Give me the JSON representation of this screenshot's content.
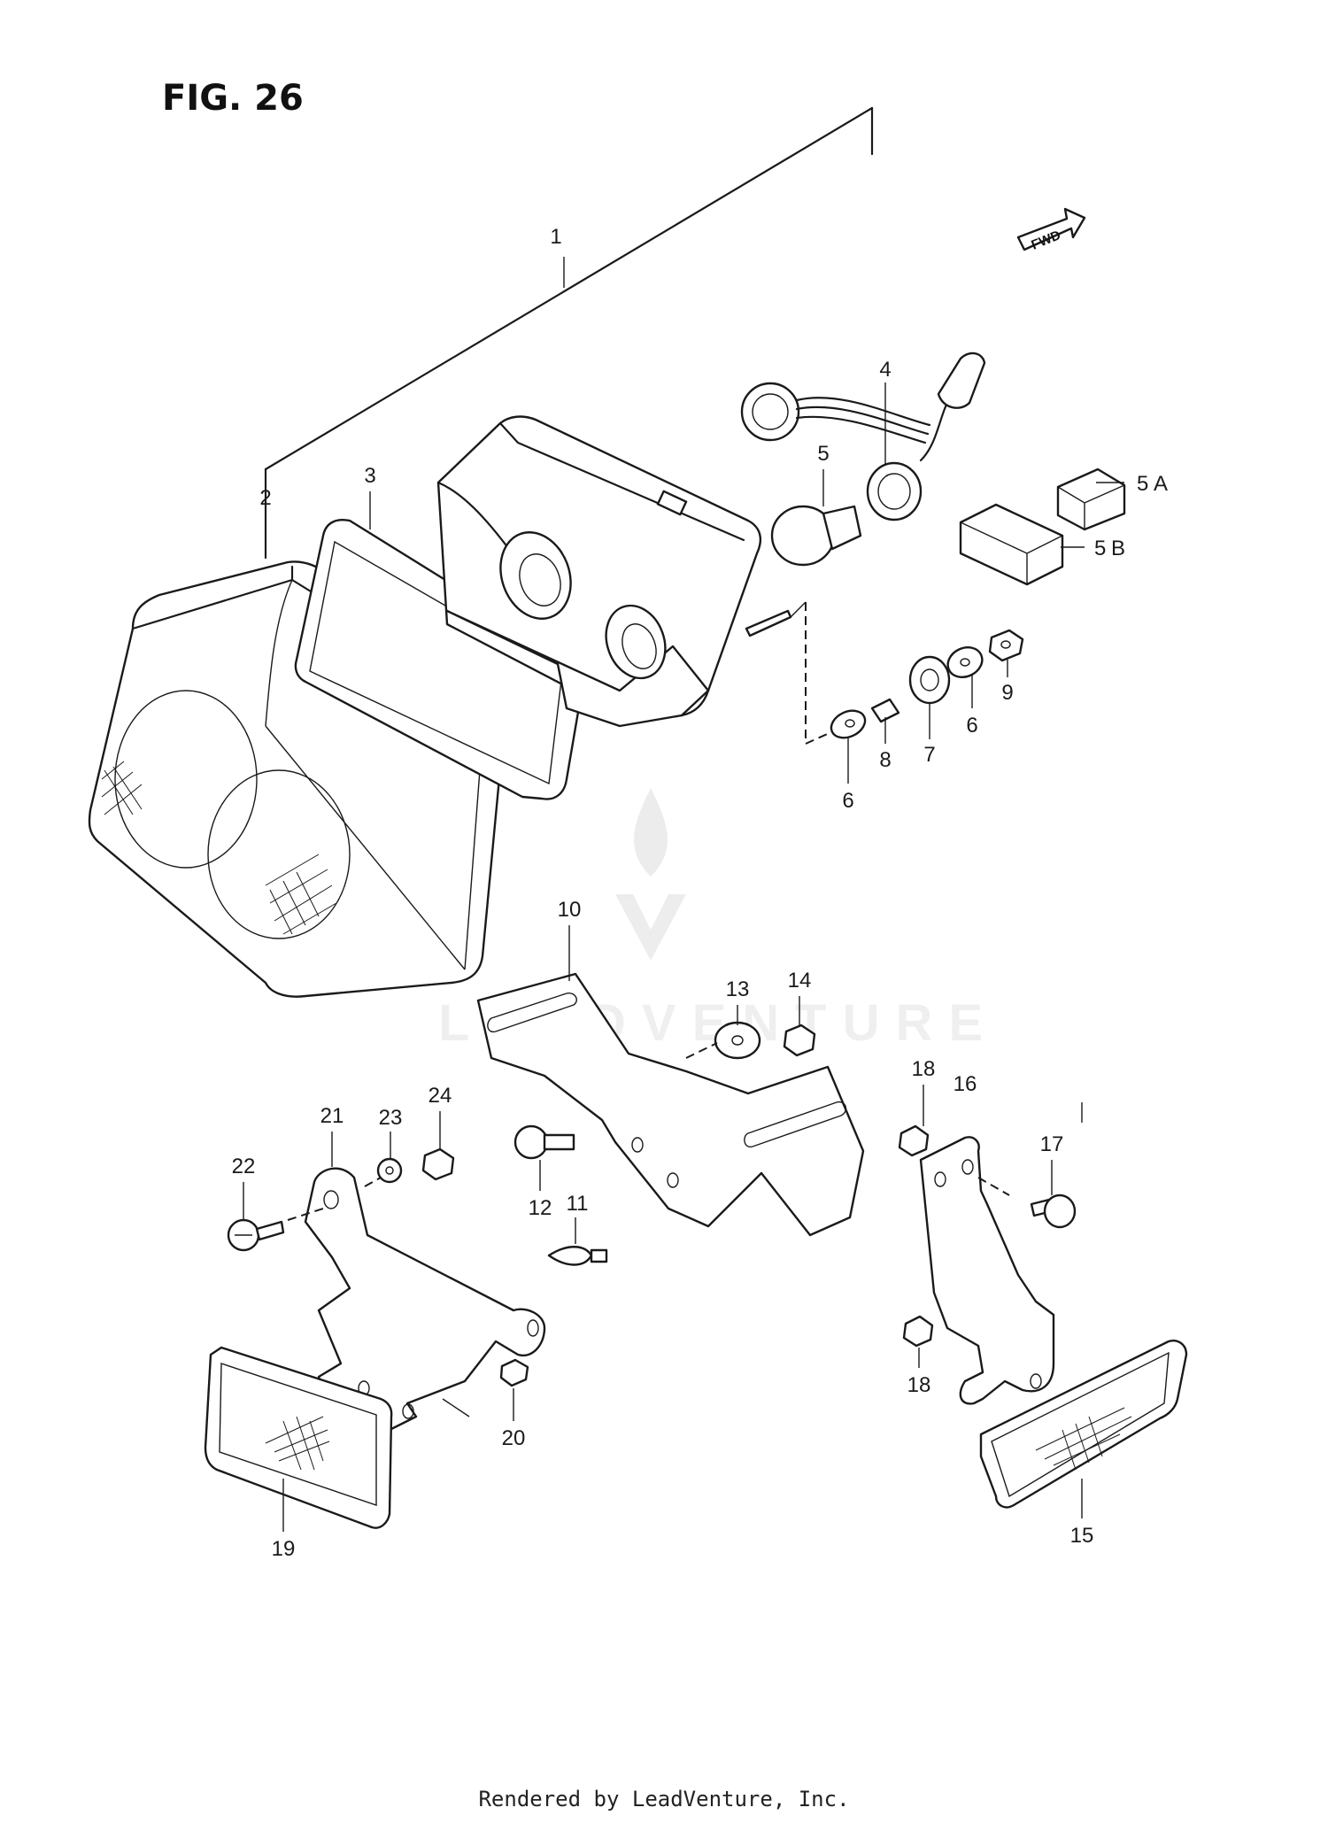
{
  "figure": {
    "title": "FIG. 26"
  },
  "fwd_badge": "FWD",
  "watermark": "LEADVENTURE",
  "footer": "Rendered by LeadVenture, Inc.",
  "callouts": {
    "c1": "1",
    "c2": "2",
    "c3": "3",
    "c4": "4",
    "c5": "5",
    "c5a": "5",
    "c5a_suffix": "A",
    "c5b": "5",
    "c5b_suffix": "B",
    "c6a": "6",
    "c6b": "6",
    "c7": "7",
    "c8": "8",
    "c9": "9",
    "c10": "10",
    "c11": "11",
    "c12": "12",
    "c13": "13",
    "c14": "14",
    "c15": "15",
    "c16": "16",
    "c17": "17",
    "c18a": "18",
    "c18b": "18",
    "c19": "19",
    "c20": "20",
    "c21": "21",
    "c22": "22",
    "c23": "23",
    "c24": "24"
  },
  "colors": {
    "ink": "#1a1a1a",
    "paper": "#ffffff"
  }
}
